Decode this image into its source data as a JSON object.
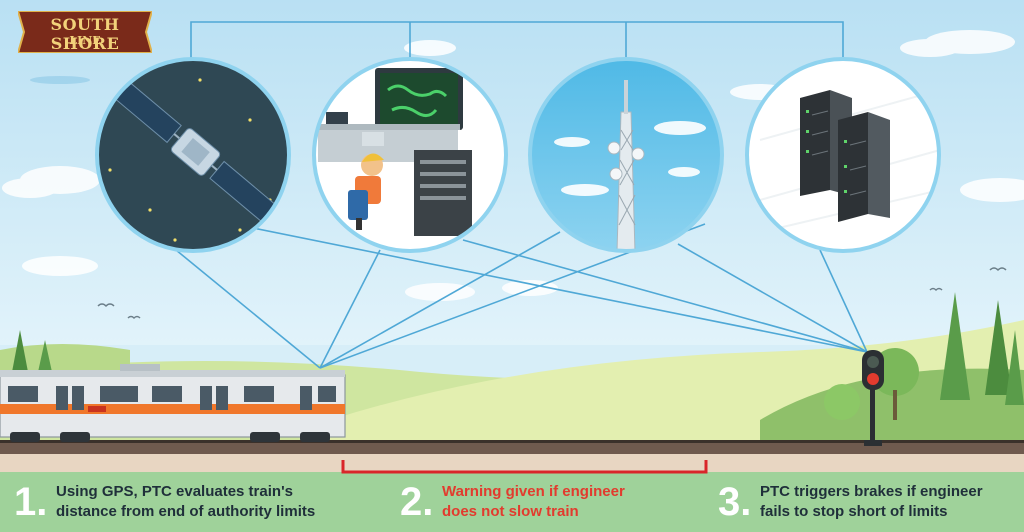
{
  "logo": {
    "line1": "SOUTH SHORE",
    "line2": "LINE"
  },
  "steps": [
    {
      "number": "1.",
      "line1": "Using GPS, PTC evaluates train's",
      "line2": "distance from end of authority limits"
    },
    {
      "number": "2.",
      "line1": "Warning given if engineer",
      "line2": "does not slow train"
    },
    {
      "number": "3.",
      "line1": "PTC triggers brakes if engineer",
      "line2": "fails to stop short of limits"
    }
  ],
  "colors": {
    "sky_top": "#bfe3f5",
    "sky_bottom": "#e9f6fc",
    "circle_ring": "#8fd3ef",
    "network_line": "#4fa8d6",
    "warning_red": "#e23b2e",
    "footer_green": "#9fd29a",
    "logo_brown": "#7a2a1a",
    "train_stripe": "#f0772b"
  },
  "icons": [
    "satellite-icon",
    "dispatch-center-icon",
    "cell-tower-icon",
    "server-rack-icon",
    "railway-signal-icon",
    "train-icon"
  ]
}
